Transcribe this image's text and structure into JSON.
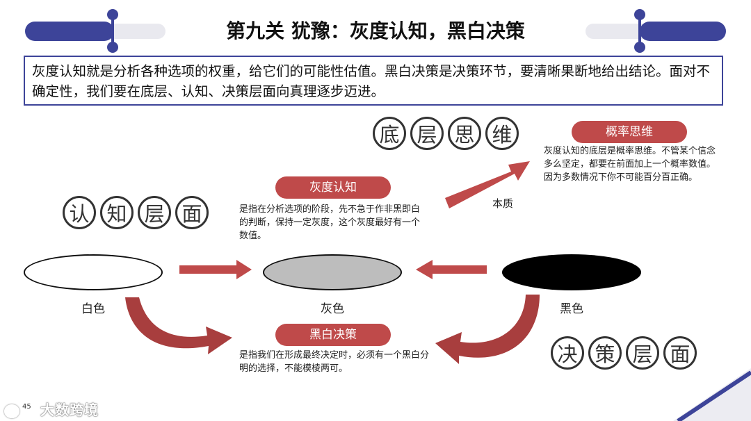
{
  "title": "第九关 犹豫：灰度认知，黑白决策",
  "intro": "灰度认知就是分析各种选项的权重，给它们的可能性估值。黑白决策是决策环节，要清晰果断地给出结论。面对不确定性，我们要在底层、认知、决策层面向真理逐步迈进。",
  "levels": {
    "bottom": [
      "底",
      "层",
      "思",
      "维"
    ],
    "cognition": [
      "认",
      "知",
      "层",
      "面"
    ],
    "decision": [
      "决",
      "策",
      "层",
      "面"
    ]
  },
  "probability": {
    "label": "概率思维",
    "text": "灰度认知的底层是概率思维。不管某个信念多么坚定，都要在前面加上一个概率数值。因为多数情况下你不可能百分百正确。",
    "arrow_label": "本质"
  },
  "gray_cognition": {
    "label": "灰度认知",
    "text": "是指在分析选项的阶段，先不急于作非黑即白的判断，保持一定灰度，这个灰度最好有一个数值。"
  },
  "bw_decision": {
    "label": "黑白决策",
    "text": "是指我们在形成最终决定时，必须有一个黑白分明的选择，不能模棱两可。"
  },
  "ellipses": {
    "white": "白色",
    "gray": "灰色",
    "black": "黑色"
  },
  "colors": {
    "navy": "#3d4499",
    "red": "#bf4a4a",
    "gray": "#bdbdbd"
  },
  "footer": {
    "brand": "大数跨境",
    "page": "45"
  }
}
